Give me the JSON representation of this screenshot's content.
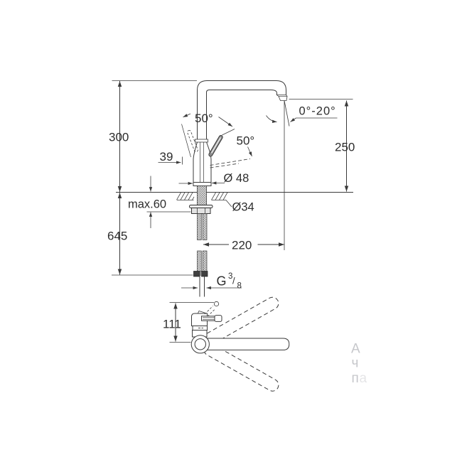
{
  "annotations": {
    "height_above_deck": "300",
    "total_height": "645",
    "spout_clearance": "250",
    "stream_angle": "0°-20°",
    "handle_swivel_front": "50°",
    "handle_swivel_side": "50°",
    "handle_offset": "39",
    "base_diameter": "Ø 48",
    "mount_thickness": "max.60",
    "hole_diameter": "Ø34",
    "spout_reach": "220",
    "top_view_offset": "111",
    "thread": {
      "letter": "G",
      "numerator": "3",
      "slash": "/",
      "denominator": "8"
    }
  },
  "watermark": {
    "line1": "А",
    "line2": "ч",
    "line3": "п",
    "line3_faded": "а"
  },
  "colors": {
    "line": "#3a3a3a",
    "text": "#2d2d2d",
    "watermark": "#c6c7cb",
    "background": "#ffffff"
  }
}
